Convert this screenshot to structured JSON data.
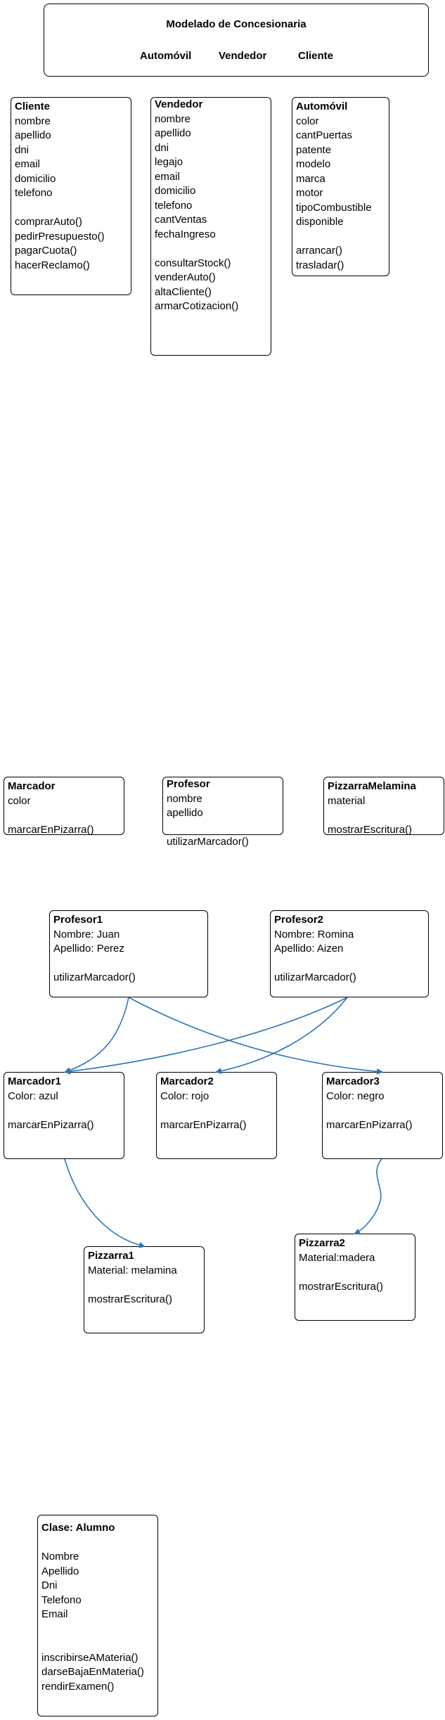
{
  "header": {
    "title": "Modelado de Concesionaria",
    "items": [
      "Automóvil",
      "Vendedor",
      "Cliente"
    ]
  },
  "boxes": {
    "cliente": {
      "title": "Cliente",
      "attributes": [
        "nombre",
        "apellido",
        "dni",
        "email",
        "domicilio",
        "telefono"
      ],
      "methods": [
        "comprarAuto()",
        "pedirPresupuesto()",
        "pagarCuota()",
        "hacerReclamo()"
      ]
    },
    "vendedor": {
      "title": "Vendedor",
      "attributes": [
        "nombre",
        "apellido",
        "dni",
        "legajo",
        "email",
        "domicilio",
        "telefono",
        "cantVentas",
        "fechaIngreso"
      ],
      "methods": [
        "consultarStock()",
        "venderAuto()",
        "altaCliente()",
        "armarCotizacion()"
      ]
    },
    "automovil": {
      "title": "Automóvil",
      "attributes": [
        "color",
        "cantPuertas",
        "patente",
        "modelo",
        "marca",
        "motor",
        "tipoCombustible",
        "disponible"
      ],
      "methods": [
        "arrancar()",
        "trasladar()"
      ]
    },
    "marcador": {
      "title": "Marcador",
      "attributes": [
        "color"
      ],
      "methods": [
        "marcarEnPizarra()"
      ]
    },
    "profesor": {
      "title": "Profesor",
      "attributes": [
        "nombre",
        "apellido"
      ],
      "methods": [
        "utilizarMarcador()"
      ]
    },
    "pizarraMelamina": {
      "title": "PizzarraMelamina",
      "attributes": [
        "material"
      ],
      "methods": [
        "mostrarEscritura()"
      ]
    },
    "profesor1": {
      "title": "Profesor1",
      "attributes": [
        "Nombre: Juan",
        "Apellido: Perez"
      ],
      "methods": [
        "utilizarMarcador()"
      ]
    },
    "profesor2": {
      "title": "Profesor2",
      "attributes": [
        "Nombre: Romina",
        "Apellido: Aizen"
      ],
      "methods": [
        "utilizarMarcador()"
      ]
    },
    "marcador1": {
      "title": "Marcador1",
      "attributes": [
        "Color: azul"
      ],
      "methods": [
        "marcarEnPizarra()"
      ]
    },
    "marcador2": {
      "title": "Marcador2",
      "attributes": [
        "Color: rojo"
      ],
      "methods": [
        "marcarEnPizarra()"
      ]
    },
    "marcador3": {
      "title": "Marcador3",
      "attributes": [
        "Color: negro"
      ],
      "methods": [
        "marcarEnPizarra()"
      ]
    },
    "pizarra1": {
      "title": "Pizzarra1",
      "attributes": [
        "Material: melamina"
      ],
      "methods": [
        "mostrarEscritura()"
      ]
    },
    "pizarra2": {
      "title": "Pizzarra2",
      "attributes": [
        "Material:madera"
      ],
      "methods": [
        "mostrarEscritura()"
      ]
    },
    "alumno": {
      "title": "Clase: Alumno",
      "attributes": [
        "Nombre",
        "Apellido",
        "Dni",
        "Telefono",
        "Email"
      ],
      "methods": [
        "inscribirseAMateria()",
        "darseBajaEnMateria()",
        "rendirExamen()"
      ]
    }
  },
  "connector_color": "#2e75b6"
}
